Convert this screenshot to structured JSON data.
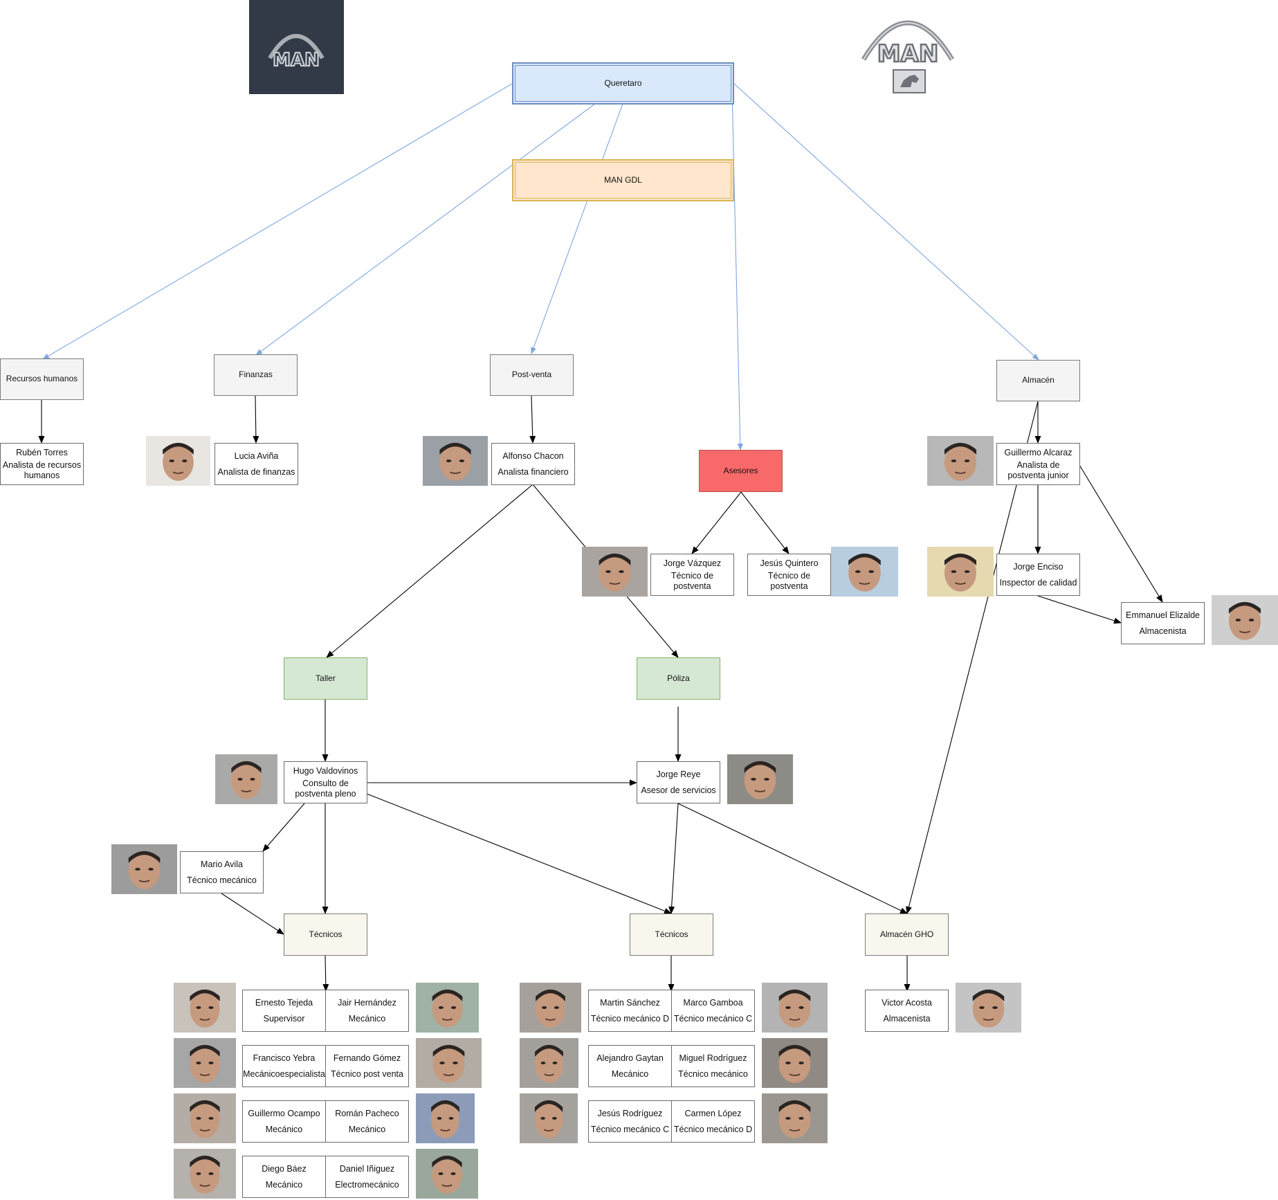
{
  "colors": {
    "blue_edge": "#7ea6e0",
    "black_edge": "#000000",
    "queretaro_fill": "#dae8fc",
    "gdl_fill": "#ffe6cc",
    "asesores_fill": "#f86a6a",
    "green_fill": "#d5e8d4",
    "cream_fill": "#f9f7ed",
    "dept_fill": "#f4f4f4"
  },
  "logos": {
    "left_text": "MAN",
    "right_text": "MAN"
  },
  "nodes": {
    "queretaro": "Queretaro",
    "man_gdl": "MAN GDL",
    "recursos_humanos": "Recursos humanos",
    "finanzas": "Finanzas",
    "post_venta": "Post-venta",
    "asesores": "Asesores",
    "almacen": "Almacén",
    "taller": "Taller",
    "poliza": "Póliza",
    "tecnicos_1": "Técnicos",
    "tecnicos_2": "Técnicos",
    "almacen_gho": "Almacén GHO"
  },
  "people": {
    "ruben": {
      "name": "Rubén Torres",
      "role": "Analista de recursos humanos"
    },
    "lucia": {
      "name": "Lucia Aviña",
      "role": "Analista de finanzas"
    },
    "alfonso": {
      "name": "Alfonso Chacon",
      "role": "Analista financiero"
    },
    "guillermo_a": {
      "name": "Guillermo Alcaraz",
      "role": "Analista de postventa junior"
    },
    "jorge_v": {
      "name": "Jorge Vázquez",
      "role": "Técnico de postventa"
    },
    "jesus_q": {
      "name": "Jesús Quintero",
      "role": "Técnico de postventa"
    },
    "jorge_e": {
      "name": "Jorge Enciso",
      "role": "Inspector de calidad"
    },
    "emmanuel": {
      "name": "Emmanuel Elizalde",
      "role": "Almacenista"
    },
    "hugo": {
      "name": "Hugo Valdovinos",
      "role": "Consulto de postventa pleno"
    },
    "jorge_r": {
      "name": "Jorge Reye",
      "role": "Asesor de servicios"
    },
    "mario": {
      "name": "Mario  Avila",
      "role": "Técnico mecánico"
    },
    "victor": {
      "name": "Victor Acosta",
      "role": "Almacenista"
    },
    "ernesto": {
      "name": "Ernesto Tejeda",
      "role": "Supervisor"
    },
    "jair": {
      "name": "Jair Hernández",
      "role": "Mecánico"
    },
    "francisco": {
      "name": "Francisco Yebra",
      "role": "Mecánicoespecialista"
    },
    "fernando": {
      "name": "Fernando Gómez",
      "role": "Técnico post venta"
    },
    "guillermo_o": {
      "name": "Guillermo Ocampo",
      "role": "Mecánico"
    },
    "roman": {
      "name": "Román Pacheco",
      "role": "Mecánico"
    },
    "diego": {
      "name": "Diego Báez",
      "role": "Mecánico"
    },
    "daniel": {
      "name": "Daniel Iñiguez",
      "role": "Electromecánico"
    },
    "martin": {
      "name": "Martin Sánchez",
      "role": "Técnico mecánico D"
    },
    "marco": {
      "name": "Marco Gamboa",
      "role": "Técnico mecánico C"
    },
    "alejandro": {
      "name": "Alejandro Gaytan",
      "role": "Mecánico"
    },
    "miguel": {
      "name": "Miguel Rodríguez",
      "role": "Técnico mecánico"
    },
    "jesus_r": {
      "name": "Jesús Rodríguez",
      "role": "Técnico mecánico C"
    },
    "carmen": {
      "name": "Carmen López",
      "role": "Técnico mecánico D"
    }
  }
}
